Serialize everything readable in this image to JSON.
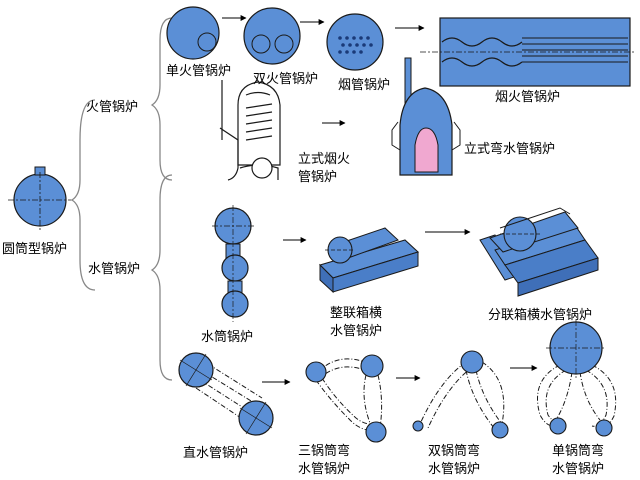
{
  "labels": {
    "root": "圆筒型锅炉",
    "fire_tube": "火管锅炉",
    "water_tube": "水管锅炉",
    "single_fire": "单火管锅炉",
    "double_fire": "双火管锅炉",
    "smoke_tube": "烟管锅炉",
    "smoke_fire": "烟火管锅炉",
    "vertical_smoke_fire_l1": "立式烟火",
    "vertical_smoke_fire_l2": "管锅炉",
    "vertical_bent_water": "立式弯水管锅炉",
    "water_drum": "水筒锅炉",
    "integral_header_l1": "整联箱横",
    "integral_header_l2": "水管锅炉",
    "split_header": "分联箱横水管锅炉",
    "straight_water": "直水管锅炉",
    "three_drum_l1": "三锅筒弯",
    "three_drum_l2": "水管锅炉",
    "two_drum_l1": "双锅筒弯",
    "two_drum_l2": "水管锅炉",
    "one_drum_l1": "单锅筒弯",
    "one_drum_l2": "水管锅炉"
  },
  "colors": {
    "drum_fill": "#5b8fd6",
    "stroke": "#1a1a1a",
    "pink": "#f0a8d0",
    "line": "#000000"
  }
}
